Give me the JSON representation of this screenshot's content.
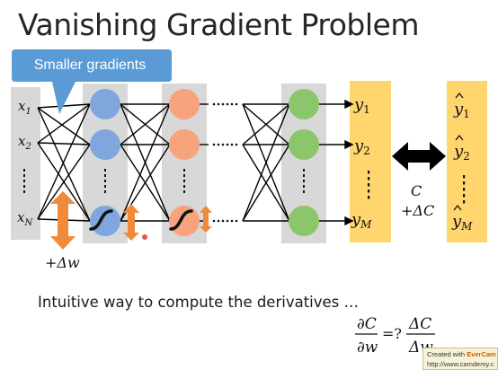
{
  "title": "Vanishing Gradient Problem",
  "callout": "Smaller gradients",
  "inputs": {
    "x1": "1",
    "x2": "2",
    "xn": "N"
  },
  "outputs": {
    "y1": "1",
    "y2": "2",
    "ym": "M"
  },
  "targets": {
    "y1": "1",
    "y2": "2",
    "ym": "M"
  },
  "delta_w": "+Δw",
  "cost": {
    "c": "C",
    "delta_c": "+ΔC"
  },
  "caption": "Intuitive way to compute the derivatives …",
  "formula": {
    "left_num": "∂C",
    "left_den": "∂w",
    "relation": "=?",
    "right_num": "ΔC",
    "right_den": "Δw"
  },
  "watermark": {
    "prefix": "Created with ",
    "brand": "EverCam",
    "url": "http://www.camdemy.c"
  },
  "colors": {
    "callout": "#5b9bd5",
    "blue_neuron": "#7fa7de",
    "orange_neuron": "#f6a37e",
    "green_neuron": "#8cc66a",
    "layer_box": "#d8d8d8",
    "output_box": "#ffd56e",
    "arrow_orange": "#f08b3c",
    "sigmoid": "#111111",
    "double_arrow": "#000000"
  }
}
